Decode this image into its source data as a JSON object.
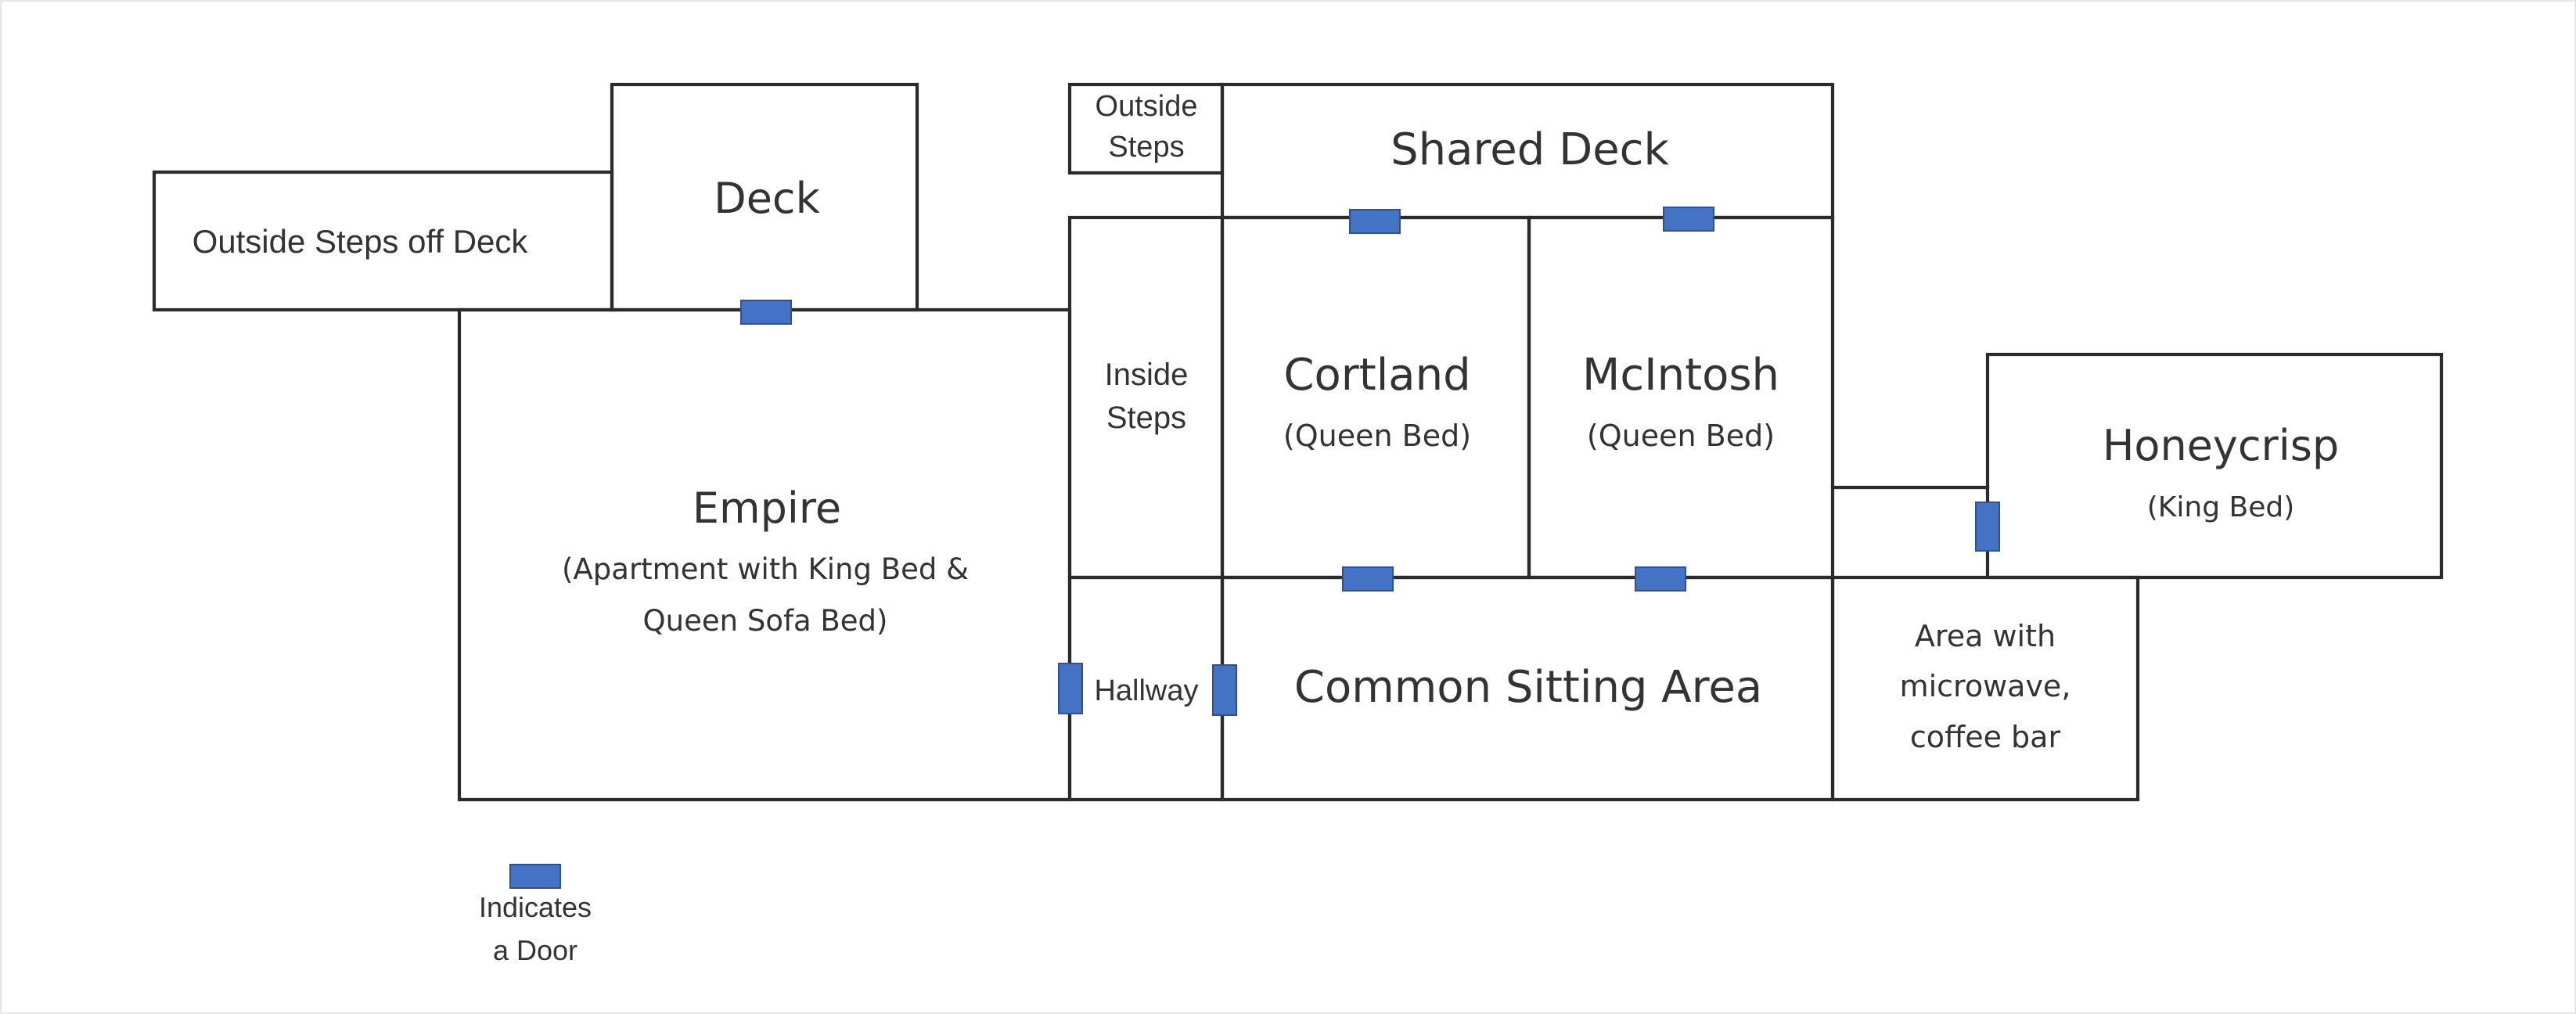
{
  "rooms": {
    "outside_steps_off_deck": "Outside Steps off Deck",
    "deck": "Deck",
    "outside_steps_line1": "Outside",
    "outside_steps_line2": "Steps",
    "shared_deck": "Shared Deck",
    "inside_steps_line1": "Inside",
    "inside_steps_line2": "Steps",
    "cortland_name": "Cortland",
    "cortland_bed": "(Queen Bed)",
    "mcintosh_name": "McIntosh",
    "mcintosh_bed": "(Queen Bed)",
    "honeycrisp_name": "Honeycrisp",
    "honeycrisp_bed": "(King Bed)",
    "empire_name": "Empire",
    "empire_desc_line1": "(Apartment with King Bed &",
    "empire_desc_line2": "Queen Sofa Bed)",
    "hallway": "Hallway",
    "common_sitting_area": "Common Sitting Area",
    "area_line1": "Area with",
    "area_line2": "microwave,",
    "area_line3": "coffee bar"
  },
  "legend": {
    "line1": "Indicates",
    "line2": "a Door"
  },
  "colors": {
    "door": "#4472c4",
    "walls": "#2b2b2b",
    "text": "#333333"
  }
}
